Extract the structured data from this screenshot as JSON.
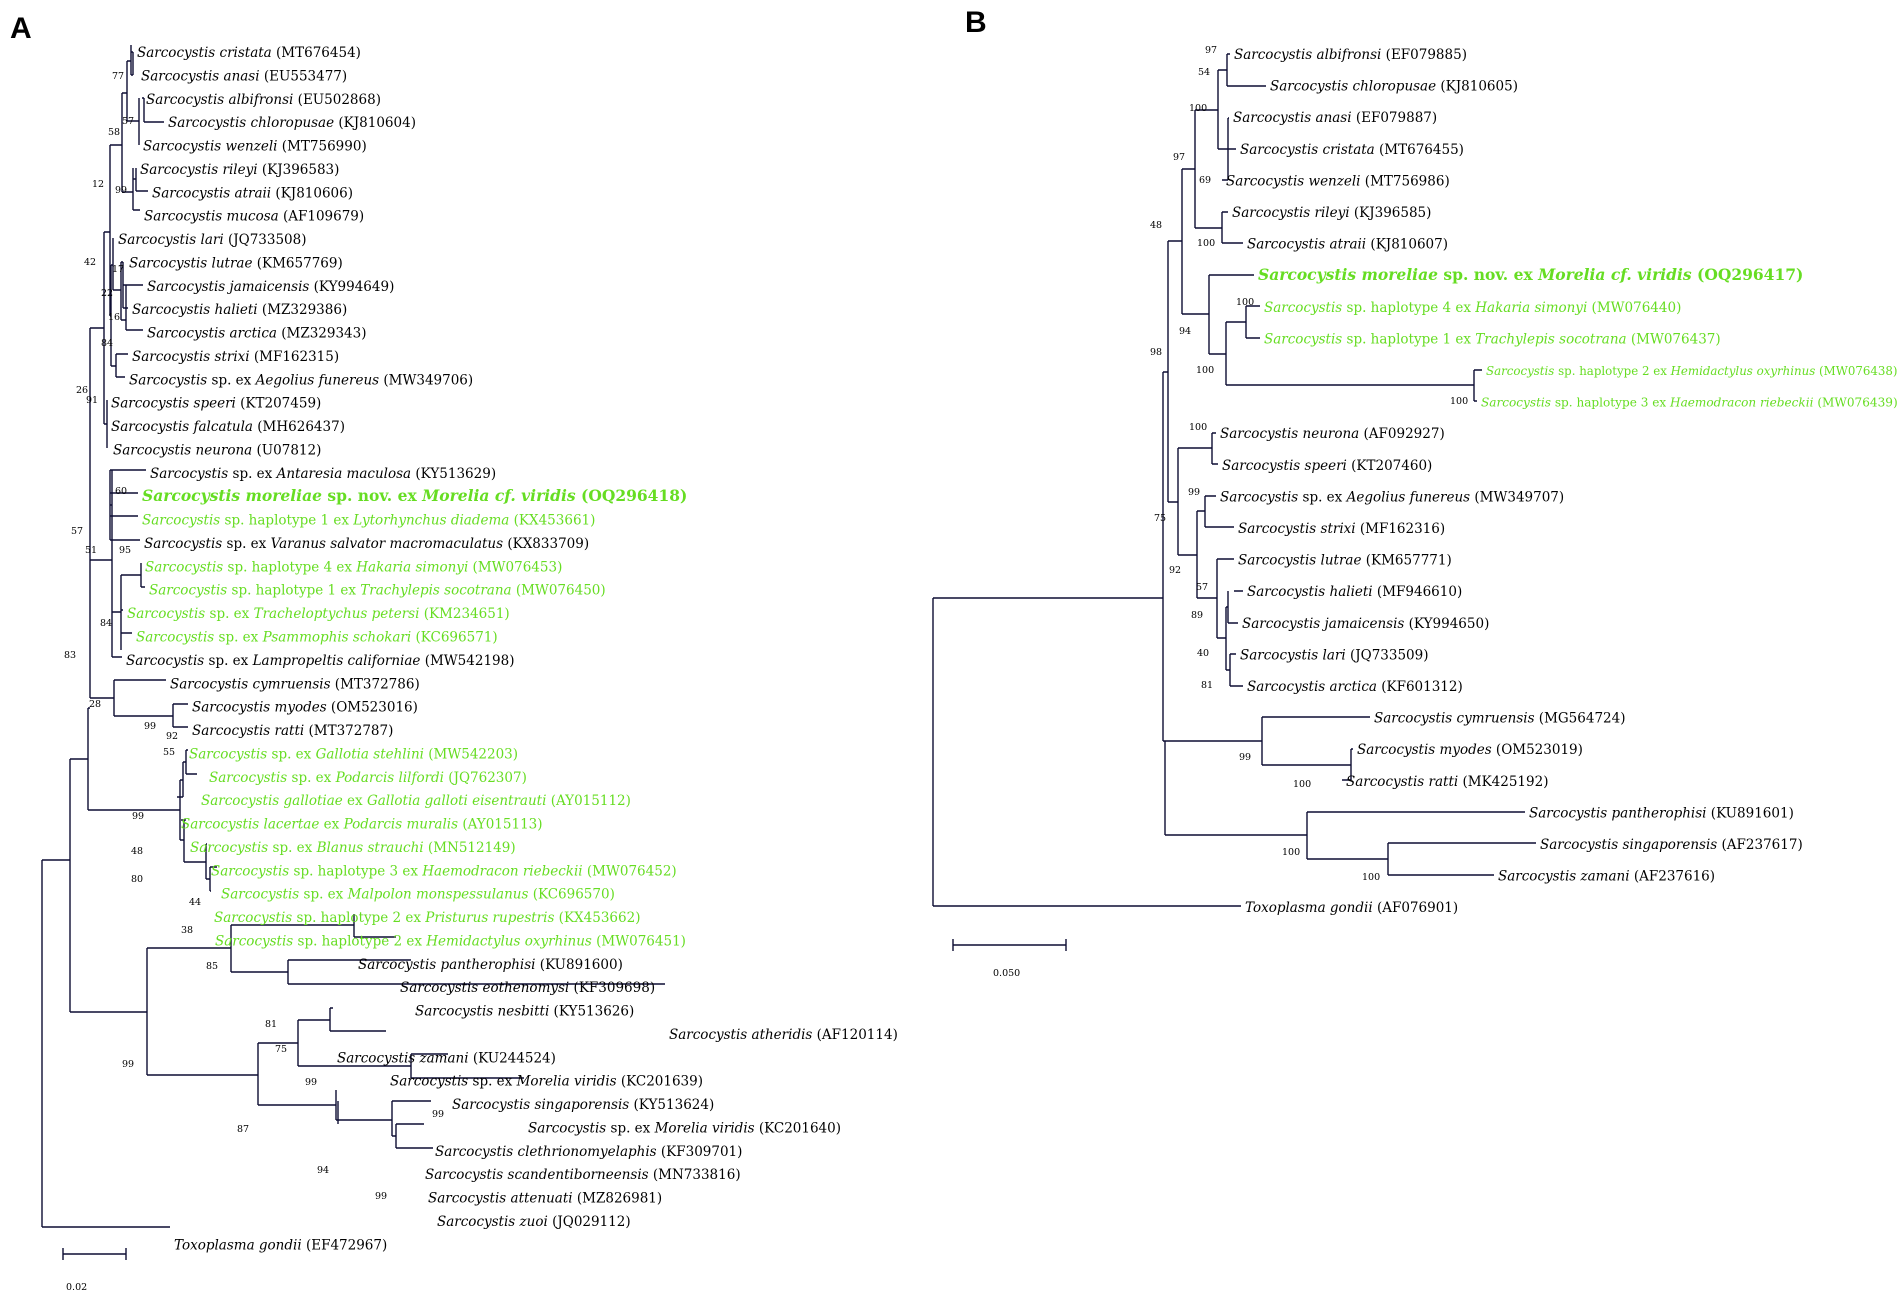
{
  "panels": [
    {
      "label": "A",
      "scale_label": "0.02",
      "tips": [
        {
          "name": "Sarcocystis cristata",
          "sp": "",
          "rest": "",
          "acc": "MT676454",
          "green": false,
          "bold": false
        },
        {
          "name": "Sarcocystis anasi",
          "sp": "",
          "rest": "",
          "acc": "EU553477",
          "green": false,
          "bold": false
        },
        {
          "name": "Sarcocystis albifronsi",
          "sp": "",
          "rest": "",
          "acc": "EU502868",
          "green": false,
          "bold": false
        },
        {
          "name": "Sarcocystis chloropusae",
          "sp": "",
          "rest": "",
          "acc": "KJ810604",
          "green": false,
          "bold": false
        },
        {
          "name": "Sarcocystis wenzeli",
          "sp": "",
          "rest": "",
          "acc": "MT756990",
          "green": false,
          "bold": false
        },
        {
          "name": "Sarcocystis rileyi",
          "sp": "",
          "rest": "",
          "acc": "KJ396583",
          "green": false,
          "bold": false
        },
        {
          "name": "Sarcocystis atraii",
          "sp": "",
          "rest": "",
          "acc": "KJ810606",
          "green": false,
          "bold": false
        },
        {
          "name": "Sarcocystis mucosa",
          "sp": "",
          "rest": "",
          "acc": "AF109679",
          "green": false,
          "bold": false
        },
        {
          "name": "Sarcocystis lari",
          "sp": "",
          "rest": "",
          "acc": "JQ733508",
          "green": false,
          "bold": false
        },
        {
          "name": "Sarcocystis lutrae",
          "sp": "",
          "rest": "",
          "acc": "KM657769",
          "green": false,
          "bold": false
        },
        {
          "name": "Sarcocystis jamaicensis",
          "sp": "",
          "rest": "",
          "acc": "KY994649",
          "green": false,
          "bold": false
        },
        {
          "name": "Sarcocystis halieti",
          "sp": "",
          "rest": "",
          "acc": "MZ329386",
          "green": false,
          "bold": false
        },
        {
          "name": "Sarcocystis arctica",
          "sp": "",
          "rest": "",
          "acc": "MZ329343",
          "green": false,
          "bold": false
        },
        {
          "name": "Sarcocystis strixi",
          "sp": "",
          "rest": "",
          "acc": "MF162315",
          "green": false,
          "bold": false
        },
        {
          "name": "Sarcocystis",
          "sp": "sp. ex",
          "rest": "Aegolius funereus",
          "acc": "MW349706",
          "green": false,
          "bold": false
        },
        {
          "name": "Sarcocystis speeri",
          "sp": "",
          "rest": "",
          "acc": "KT207459",
          "green": false,
          "bold": false
        },
        {
          "name": "Sarcocystis falcatula",
          "sp": "",
          "rest": "",
          "acc": "MH626437",
          "green": false,
          "bold": false
        },
        {
          "name": "Sarcocystis neurona",
          "sp": "",
          "rest": "",
          "acc": "U07812",
          "green": false,
          "bold": false
        },
        {
          "name": "Sarcocystis",
          "sp": "sp. ex",
          "rest": "Antaresia maculosa",
          "acc": "KY513629",
          "green": false,
          "bold": false
        },
        {
          "name": "Sarcocystis moreliae",
          "sp": "sp. nov. ex",
          "rest": "Morelia cf. viridis",
          "acc": "OQ296418",
          "green": true,
          "bold": true
        },
        {
          "name": "Sarcocystis",
          "sp": "sp. haplotype 1 ex",
          "rest": "Lytorhynchus diadema",
          "acc": "KX453661",
          "green": true,
          "bold": false
        },
        {
          "name": "Sarcocystis",
          "sp": "sp. ex",
          "rest": "Varanus salvator macromaculatus",
          "acc": "KX833709",
          "green": false,
          "bold": false
        },
        {
          "name": "Sarcocystis",
          "sp": "sp. haplotype 4 ex",
          "rest": "Hakaria simonyi",
          "acc": "MW076453",
          "green": true,
          "bold": false
        },
        {
          "name": "Sarcocystis",
          "sp": "sp. haplotype 1 ex",
          "rest": "Trachylepis socotrana",
          "acc": "MW076450",
          "green": true,
          "bold": false
        },
        {
          "name": "Sarcocystis",
          "sp": "sp. ex",
          "rest": "Tracheloptychus petersi",
          "acc": "KM234651",
          "green": true,
          "bold": false
        },
        {
          "name": "Sarcocystis",
          "sp": "sp. ex",
          "rest": "Psammophis schokari",
          "acc": "KC696571",
          "green": true,
          "bold": false
        },
        {
          "name": "Sarcocystis",
          "sp": "sp. ex",
          "rest": "Lampropeltis californiae",
          "acc": "MW542198",
          "green": false,
          "bold": false
        },
        {
          "name": "Sarcocystis cymruensis",
          "sp": "",
          "rest": "",
          "acc": "MT372786",
          "green": false,
          "bold": false
        },
        {
          "name": "Sarcocystis myodes",
          "sp": "",
          "rest": "",
          "acc": "OM523016",
          "green": false,
          "bold": false
        },
        {
          "name": "Sarcocystis ratti",
          "sp": "",
          "rest": "",
          "acc": "MT372787",
          "green": false,
          "bold": false
        },
        {
          "name": "Sarcocystis",
          "sp": "sp. ex",
          "rest": "Gallotia stehlini",
          "acc": "MW542203",
          "green": true,
          "bold": false
        },
        {
          "name": "Sarcocystis",
          "sp": "sp. ex",
          "rest": "Podarcis lilfordi",
          "acc": "JQ762307",
          "green": true,
          "bold": false
        },
        {
          "name": "Sarcocystis gallotiae",
          "sp": "ex",
          "rest": "Gallotia galloti eisentrauti",
          "acc": "AY015112",
          "green": true,
          "bold": false
        },
        {
          "name": "Sarcocystis lacertae",
          "sp": "ex",
          "rest": "Podarcis muralis",
          "acc": "AY015113",
          "green": true,
          "bold": false
        },
        {
          "name": "Sarcocystis",
          "sp": "sp. ex",
          "rest": "Blanus strauchi",
          "acc": "MN512149",
          "green": true,
          "bold": false
        },
        {
          "name": "Sarcocystis",
          "sp": "sp. haplotype 3 ex",
          "rest": "Haemodracon riebeckii",
          "acc": "MW076452",
          "green": true,
          "bold": false
        },
        {
          "name": "Sarcocystis",
          "sp": "sp. ex",
          "rest": "Malpolon monspessulanus",
          "acc": "KC696570",
          "green": true,
          "bold": false
        },
        {
          "name": "Sarcocystis",
          "sp": "sp. haplotype 2 ex",
          "rest": "Pristurus rupestris",
          "acc": "KX453662",
          "green": true,
          "bold": false
        },
        {
          "name": "Sarcocystis",
          "sp": "sp. haplotype 2 ex",
          "rest": "Hemidactylus oxyrhinus",
          "acc": "MW076451",
          "green": true,
          "bold": false
        },
        {
          "name": "Sarcocystis pantherophisi",
          "sp": "",
          "rest": "",
          "acc": "KU891600",
          "green": false,
          "bold": false
        },
        {
          "name": "Sarcocystis eothenomysi",
          "sp": "",
          "rest": "",
          "acc": "KF309698",
          "green": false,
          "bold": false
        },
        {
          "name": "Sarcocystis nesbitti",
          "sp": "",
          "rest": "",
          "acc": "KY513626",
          "green": false,
          "bold": false
        },
        {
          "name": "Sarcocystis atheridis",
          "sp": "",
          "rest": "",
          "acc": "AF120114",
          "green": false,
          "bold": false
        },
        {
          "name": "Sarcocystis zamani",
          "sp": "",
          "rest": "",
          "acc": "KU244524",
          "green": false,
          "bold": false
        },
        {
          "name": "Sarcocystis",
          "sp": "sp. ex",
          "rest": "Morelia viridis",
          "acc": "KC201639",
          "green": false,
          "bold": false
        },
        {
          "name": "Sarcocystis singaporensis",
          "sp": "",
          "rest": "",
          "acc": "KY513624",
          "green": false,
          "bold": false
        },
        {
          "name": "Sarcocystis",
          "sp": "sp. ex",
          "rest": "Morelia viridis",
          "acc": "KC201640",
          "green": false,
          "bold": false
        },
        {
          "name": "Sarcocystis clethrionomyelaphis",
          "sp": "",
          "rest": "",
          "acc": "KF309701",
          "green": false,
          "bold": false
        },
        {
          "name": "Sarcocystis scandentiborneensis",
          "sp": "",
          "rest": "",
          "acc": "MN733816",
          "green": false,
          "bold": false
        },
        {
          "name": "Sarcocystis attenuati",
          "sp": "",
          "rest": "",
          "acc": "MZ826981",
          "green": false,
          "bold": false
        },
        {
          "name": "Sarcocystis zuoi",
          "sp": "",
          "rest": "",
          "acc": "JQ029112",
          "green": false,
          "bold": false
        },
        {
          "name": "Toxoplasma gondii",
          "sp": "",
          "rest": "",
          "acc": "EF472967",
          "green": false,
          "bold": false
        }
      ],
      "supports": [
        "77",
        "57",
        "58",
        "99",
        "12",
        "42",
        "17",
        "22",
        "16",
        "84",
        "26",
        "91",
        "57",
        "60",
        "95",
        "84",
        "51",
        "28",
        "99",
        "92",
        "55",
        "99",
        "48",
        "80",
        "44",
        "38",
        "83",
        "99",
        "85",
        "81",
        "75",
        "99",
        "99",
        "87",
        "94",
        "99"
      ]
    },
    {
      "label": "B",
      "scale_label": "0.050",
      "tips": [
        {
          "name": "Sarcocystis albifronsi",
          "sp": "",
          "rest": "",
          "acc": "EF079885",
          "green": false,
          "bold": false
        },
        {
          "name": "Sarcocystis chloropusae",
          "sp": "",
          "rest": "",
          "acc": "KJ810605",
          "green": false,
          "bold": false
        },
        {
          "name": "Sarcocystis anasi",
          "sp": "",
          "rest": "",
          "acc": "EF079887",
          "green": false,
          "bold": false
        },
        {
          "name": "Sarcocystis cristata",
          "sp": "",
          "rest": "",
          "acc": "MT676455",
          "green": false,
          "bold": false
        },
        {
          "name": "Sarcocystis wenzeli",
          "sp": "",
          "rest": "",
          "acc": "MT756986",
          "green": false,
          "bold": false
        },
        {
          "name": "Sarcocystis rileyi",
          "sp": "",
          "rest": "",
          "acc": "KJ396585",
          "green": false,
          "bold": false
        },
        {
          "name": "Sarcocystis atraii",
          "sp": "",
          "rest": "",
          "acc": "KJ810607",
          "green": false,
          "bold": false
        },
        {
          "name": "Sarcocystis moreliae",
          "sp": "sp. nov. ex",
          "rest": "Morelia cf. viridis",
          "acc": "OQ296417",
          "green": true,
          "bold": true
        },
        {
          "name": "Sarcocystis",
          "sp": "sp. haplotype 4 ex",
          "rest": "Hakaria simonyi",
          "acc": "MW076440",
          "green": true,
          "bold": false
        },
        {
          "name": "Sarcocystis",
          "sp": "sp. haplotype 1 ex",
          "rest": "Trachylepis socotrana",
          "acc": "MW076437",
          "green": true,
          "bold": false
        },
        {
          "name": "Sarcocystis",
          "sp": "sp. haplotype 2 ex",
          "rest": "Hemidactylus oxyrhinus",
          "acc": "MW076438",
          "green": true,
          "bold": false
        },
        {
          "name": "Sarcocystis",
          "sp": "sp. haplotype 3 ex",
          "rest": "Haemodracon riebeckii",
          "acc": "MW076439",
          "green": true,
          "bold": false
        },
        {
          "name": "Sarcocystis neurona",
          "sp": "",
          "rest": "",
          "acc": "AF092927",
          "green": false,
          "bold": false
        },
        {
          "name": "Sarcocystis speeri",
          "sp": "",
          "rest": "",
          "acc": "KT207460",
          "green": false,
          "bold": false
        },
        {
          "name": "Sarcocystis",
          "sp": "sp. ex",
          "rest": "Aegolius funereus",
          "acc": "MW349707",
          "green": false,
          "bold": false
        },
        {
          "name": "Sarcocystis strixi",
          "sp": "",
          "rest": "",
          "acc": "MF162316",
          "green": false,
          "bold": false
        },
        {
          "name": "Sarcocystis lutrae",
          "sp": "",
          "rest": "",
          "acc": "KM657771",
          "green": false,
          "bold": false
        },
        {
          "name": "Sarcocystis halieti",
          "sp": "",
          "rest": "",
          "acc": "MF946610",
          "green": false,
          "bold": false
        },
        {
          "name": "Sarcocystis jamaicensis",
          "sp": "",
          "rest": "",
          "acc": "KY994650",
          "green": false,
          "bold": false
        },
        {
          "name": "Sarcocystis lari",
          "sp": "",
          "rest": "",
          "acc": "JQ733509",
          "green": false,
          "bold": false
        },
        {
          "name": "Sarcocystis arctica",
          "sp": "",
          "rest": "",
          "acc": "KF601312",
          "green": false,
          "bold": false
        },
        {
          "name": "Sarcocystis cymruensis",
          "sp": "",
          "rest": "",
          "acc": "MG564724",
          "green": false,
          "bold": false
        },
        {
          "name": "Sarcocystis myodes",
          "sp": "",
          "rest": "",
          "acc": "OM523019",
          "green": false,
          "bold": false
        },
        {
          "name": "Sarcocystis ratti",
          "sp": "",
          "rest": "",
          "acc": "MK425192",
          "green": false,
          "bold": false
        },
        {
          "name": "Sarcocystis pantherophisi",
          "sp": "",
          "rest": "",
          "acc": "KU891601",
          "green": false,
          "bold": false
        },
        {
          "name": "Sarcocystis singaporensis",
          "sp": "",
          "rest": "",
          "acc": "AF237617",
          "green": false,
          "bold": false
        },
        {
          "name": "Sarcocystis zamani",
          "sp": "",
          "rest": "",
          "acc": "AF237616",
          "green": false,
          "bold": false
        },
        {
          "name": "Toxoplasma gondii",
          "sp": "",
          "rest": "",
          "acc": "AF076901",
          "green": false,
          "bold": false
        }
      ],
      "supports": [
        "97",
        "54",
        "100",
        "97",
        "69",
        "100",
        "48",
        "100",
        "94",
        "100",
        "100",
        "98",
        "100",
        "99",
        "75",
        "92",
        "57",
        "89",
        "40",
        "81",
        "99",
        "100",
        "100",
        "100"
      ]
    }
  ],
  "colors": {
    "branch": "#0d0d33",
    "label": "#000000",
    "highlight_green": "#66dd22"
  }
}
